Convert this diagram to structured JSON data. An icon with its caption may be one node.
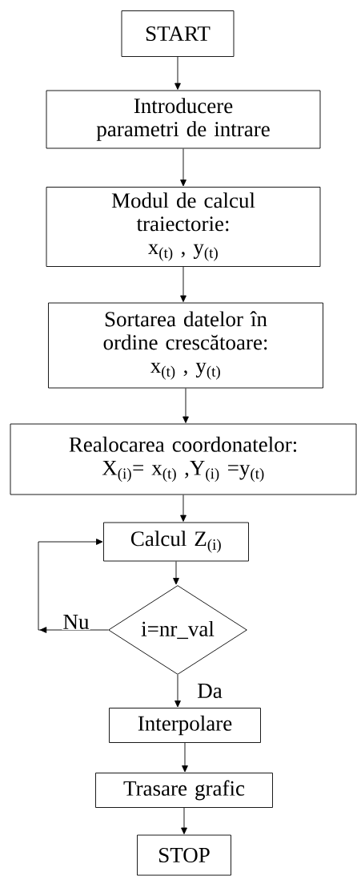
{
  "diagram": {
    "nodes": [
      {
        "text": [
          "START"
        ]
      },
      {
        "text": [
          "Introducere parametri de intrare"
        ]
      },
      {
        "text": [
          "Modul de calcul traiectorie:",
          "x$_{(t)}$ , y$_{(t)}$"
        ]
      },
      {
        "text": [
          "Sortarea datelor în ordine crescătoare:",
          "x$_{(t)}$ , y$_{(t)}$"
        ]
      },
      {
        "text": [
          "Realocarea  coordonatelor:",
          "X$_{(i)}$= x$_{(t)}$ ,Y$_{(i)}$ =y$_{(t)}$"
        ]
      },
      {
        "text": [
          "Calcul Z$_{(i)}$"
        ]
      },
      {
        "text": [
          "i=nr_val"
        ]
      },
      {
        "text": [
          "Interpolare"
        ]
      },
      {
        "text": [
          "Trasare grafic"
        ]
      },
      {
        "text": [
          "STOP"
        ]
      }
    ],
    "edges": [
      {
        "from": 0,
        "to": 1,
        "arrow": "to"
      },
      {
        "from": 1,
        "to": 2,
        "arrow": "to"
      },
      {
        "from": 2,
        "to": 3,
        "arrow": "to"
      },
      {
        "from": 3,
        "to": 4,
        "arrow": "to"
      },
      {
        "from": 4,
        "to": 5,
        "arrow": "to"
      },
      {
        "from": 5,
        "to": 6,
        "arrow": "to"
      },
      {
        "from": 6,
        "to": 5,
        "arrow": "to",
        "label": "Nu"
      },
      {
        "from": 6,
        "to": 7,
        "arrow": "to",
        "label": "Da"
      },
      {
        "from": 7,
        "to": 8,
        "arrow": "to"
      },
      {
        "from": 8,
        "to": 9,
        "arrow": "to"
      }
    ]
  }
}
